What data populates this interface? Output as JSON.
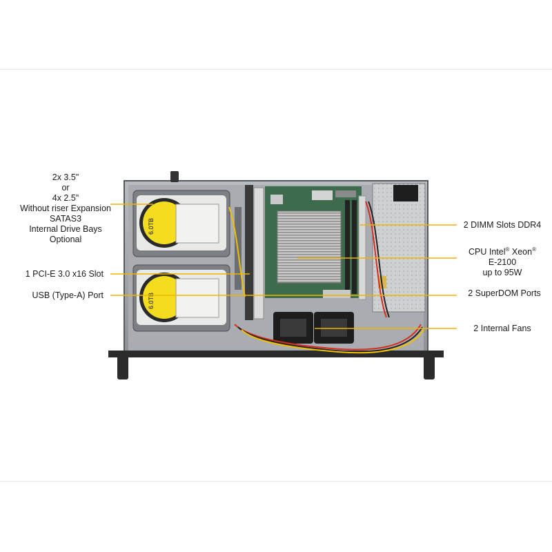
{
  "labels": {
    "drive_bays": {
      "line1": "2x 3.5\"",
      "line2": "or",
      "line3": "4x 2.5\"",
      "line4": "Without riser Expansion",
      "line5": "SATAS3",
      "line6": "Internal  Drive Bays",
      "line7": "Optional"
    },
    "pcie_slot": "1 PCI-E 3.0 x16 Slot",
    "usb_port": "USB (Type-A)  Port",
    "dimm_slots": "2 DIMM Slots DDR4",
    "cpu": {
      "prefix": "CPU Intel",
      "reg1": "®",
      "brand": " Xeon",
      "reg2": "®",
      "model": "E-2100",
      "tdp": "up to 95W"
    },
    "superdom": "2 SuperDOM Ports",
    "fans": "2 Internal  Fans"
  },
  "drive_label_text": "6.0TB",
  "colors": {
    "callout": "#f0b400",
    "chassis": "#8a8d91",
    "drive_yellow": "#f4dc1e"
  }
}
